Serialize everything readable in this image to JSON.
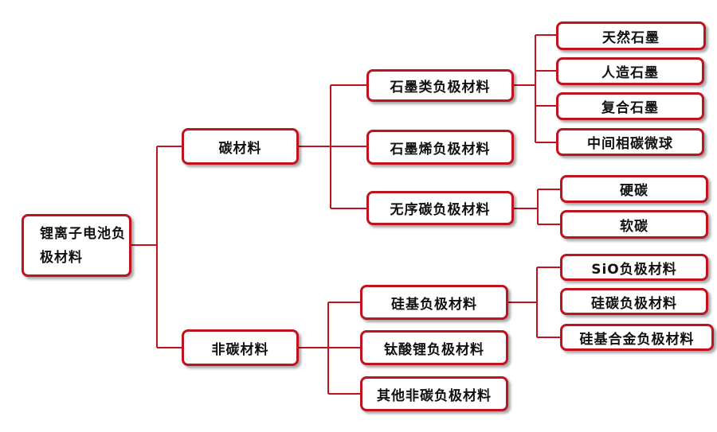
{
  "diagram": {
    "root": "锂离子电池负极材料",
    "carbon": {
      "label": "碳材料",
      "graphite": {
        "label": "石墨类负极材料",
        "children": [
          "天然石墨",
          "人造石墨",
          "复合石墨",
          "中间相碳微球"
        ]
      },
      "graphene": {
        "label": "石墨烯负极材料"
      },
      "disordered": {
        "label": "无序碳负极材料",
        "children": [
          "硬碳",
          "软碳"
        ]
      }
    },
    "noncarbon": {
      "label": "非碳材料",
      "silicon": {
        "label": "硅基负极材料",
        "children": [
          "SiO负极材料",
          "硅碳负极材料",
          "硅基合金负极材料"
        ]
      },
      "titanate": {
        "label": "钛酸锂负极材料"
      },
      "other": {
        "label": "其他非碳负极材料"
      }
    },
    "colors": {
      "border": "#c0121f",
      "line": "#c0121f",
      "text": "#111111"
    }
  }
}
